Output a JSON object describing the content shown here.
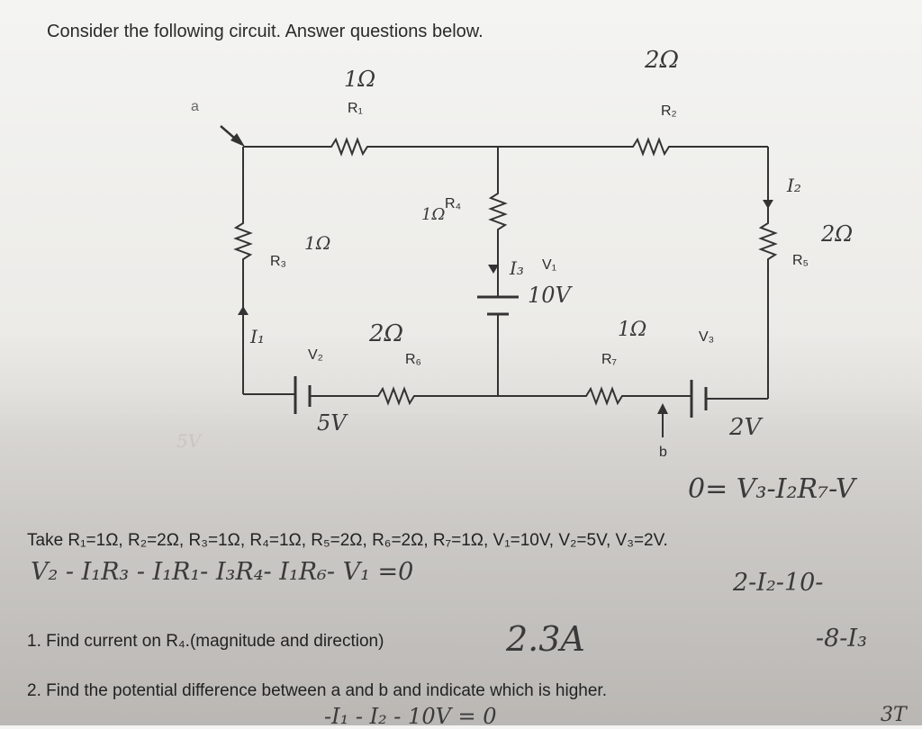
{
  "heading": "Consider the following circuit. Answer questions below.",
  "labels": {
    "a": "a",
    "b": "b",
    "r1": "R₁",
    "r2": "R₂",
    "r3": "R₃",
    "r4": "R₄",
    "r5": "R₅",
    "r6": "R₆",
    "r7": "R₇",
    "v1": "V₁",
    "v2": "V₂",
    "v3": "V₃"
  },
  "handwritten": {
    "r1_value": "1Ω",
    "r2_value": "2Ω",
    "r3_value": "1Ω",
    "r4_value": "1Ω",
    "r5_value": "2Ω",
    "r6_value": "2Ω",
    "r7_value": "1Ω",
    "v1_value": "10V",
    "v2_value": "5V",
    "v3_value": "2V",
    "i1": "I₁",
    "i2": "I₂",
    "i3": "I₃",
    "sv": "5V",
    "eq_loop2": "0= V₃-I₂R₇-V",
    "eq_loop1": "V₂ - I₁R₃ - I₁R₁- I₃R₄- I₁R₆- V₁ =0",
    "eq_right1": "2-I₂-10-",
    "answer1": "2.3A",
    "eq_right2": "-8-I₃",
    "eq_bottom": "-I₁ - I₂ - 10V = 0",
    "corner": "3T"
  },
  "given": "Take R₁=1Ω, R₂=2Ω, R₃=1Ω, R₄=1Ω, R₅=2Ω, R₆=2Ω, R₇=1Ω, V₁=10V, V₂=5V, V₃=2V.",
  "question1": "1. Find current on R₄.(magnitude and direction)",
  "question2": "2. Find the potential difference between a and b and indicate which is higher."
}
